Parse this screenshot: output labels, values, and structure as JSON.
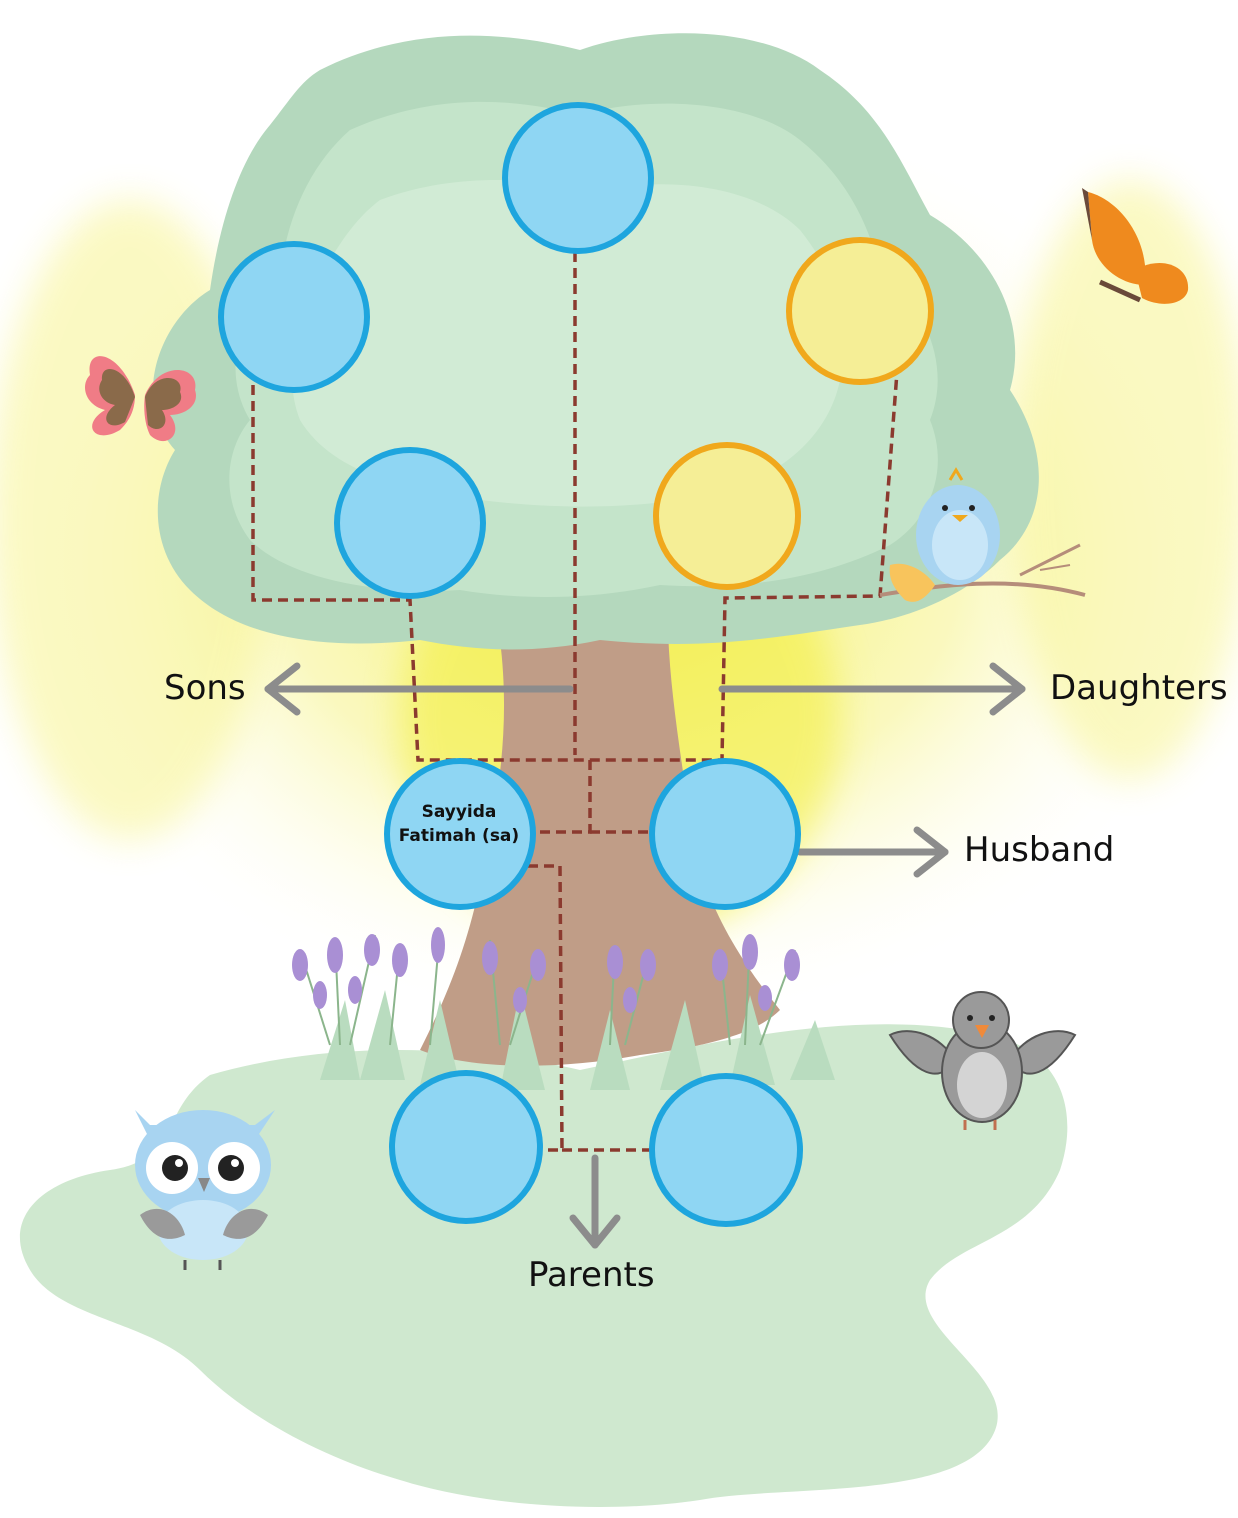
{
  "labels": {
    "sons": "Sons",
    "daughters": "Daughters",
    "husband": "Husband",
    "parents": "Parents"
  },
  "center_person": {
    "line1": "Sayyida",
    "line2": "Fatimah (sa)"
  },
  "nodes": {
    "son_colour": "blue",
    "daughter_colour": "yellow",
    "sons": 3,
    "daughters": 2
  },
  "colors": {
    "male_node_fill": "#8fd6f3",
    "male_node_stroke": "#1ea5de",
    "female_node_fill": "#f5ee96",
    "female_node_stroke": "#f0a81c",
    "connector": "#8b3a2f",
    "arrow": "#8c8c8c",
    "foliage": "#b4d8bd",
    "trunk": "#c09d87",
    "ground": "#cfe8cf",
    "glow": "#f4f05a"
  },
  "icons": [
    "butterfly-pink-icon",
    "butterfly-orange-icon",
    "bluebird-icon",
    "grey-bird-icon",
    "owl-icon",
    "lavender-icon"
  ]
}
